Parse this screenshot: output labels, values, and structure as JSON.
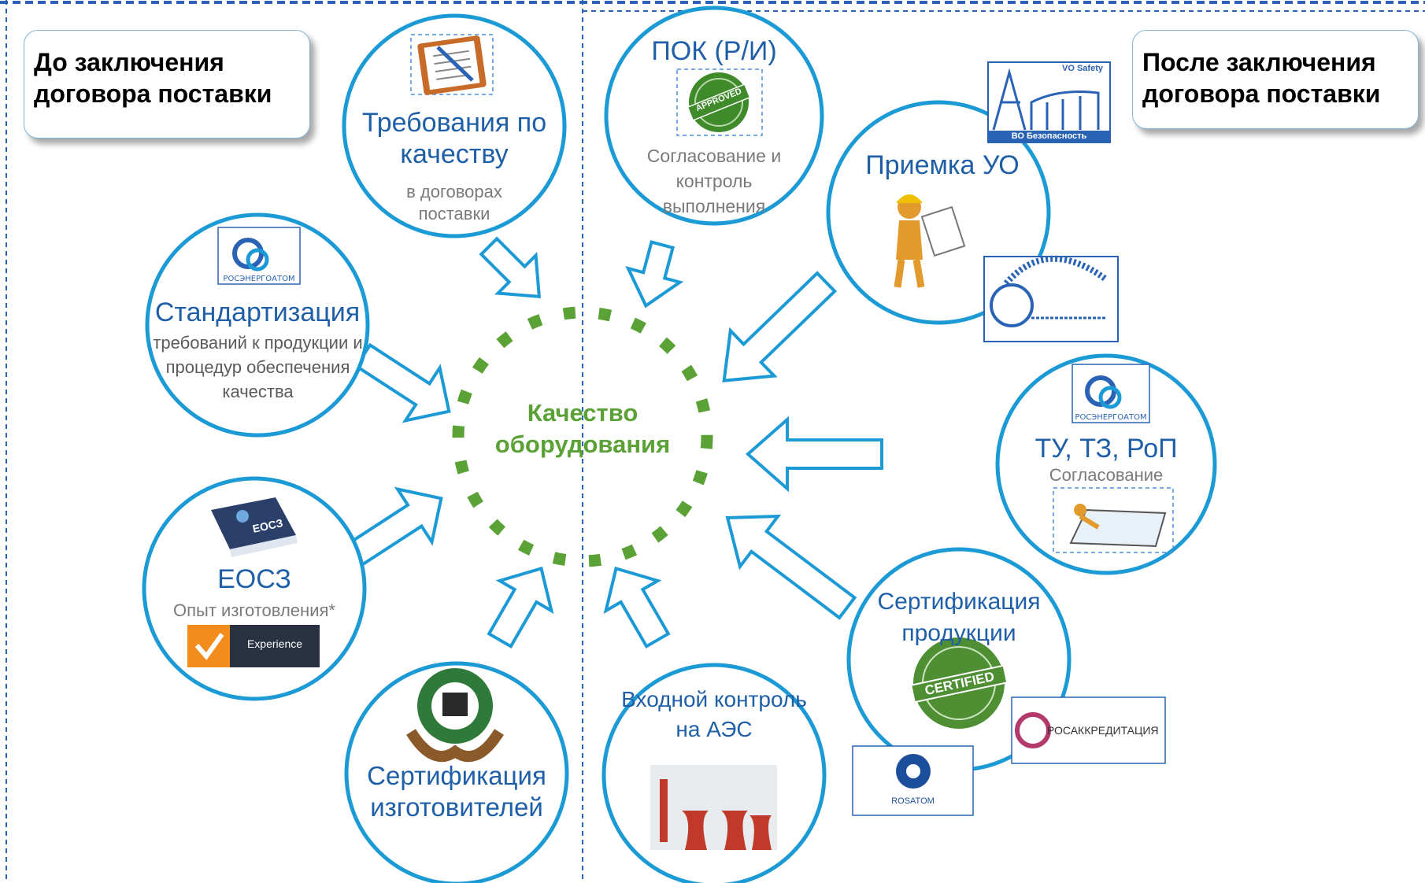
{
  "header": {
    "before_label": "До заключения договора поставки",
    "after_label": "После заключения договора поставки"
  },
  "center": {
    "label": "Качество оборудования"
  },
  "nodes": {
    "requirements": {
      "title": "Требования по качеству",
      "subtitle": "в договорах поставки"
    },
    "pok": {
      "title": "ПОК (Р/И)",
      "subtitle": "Согласование и контроль выполнения"
    },
    "acceptance": {
      "title": "Приемка УО"
    },
    "standardization": {
      "title": "Стандартизация",
      "subtitle": "требований к продукции и процедур обеспечения качества"
    },
    "tu": {
      "title": "ТУ, ТЗ, РоП",
      "subtitle": "Согласование"
    },
    "eosz": {
      "title": "ЕОСЗ",
      "subtitle": "Опыт изготовления*"
    },
    "product_cert": {
      "title": "Сертификация продукции"
    },
    "manufacturer_cert": {
      "title": "Сертификация изготовителей"
    },
    "incoming": {
      "title": "Входной контроль на АЭС"
    }
  },
  "logos": {
    "rosenergoatom": "РОСЭНЕРГОАТОМ",
    "eosz_book": "ЕОСЗ",
    "experience": "Experience",
    "approved": "APPROVED",
    "certified": "CERTIFIED",
    "vo_safety_top": "VO Safety",
    "vo_safety_bottom": "ВО Безопасность",
    "rosaccreditation": "РОСАККРЕДИТАЦИЯ",
    "rosatom": "ROSATOM"
  },
  "colors": {
    "circle": "#1b9ad6",
    "title": "#1f5fa8",
    "center": "#5aa136",
    "divider": "#2a63b5"
  }
}
